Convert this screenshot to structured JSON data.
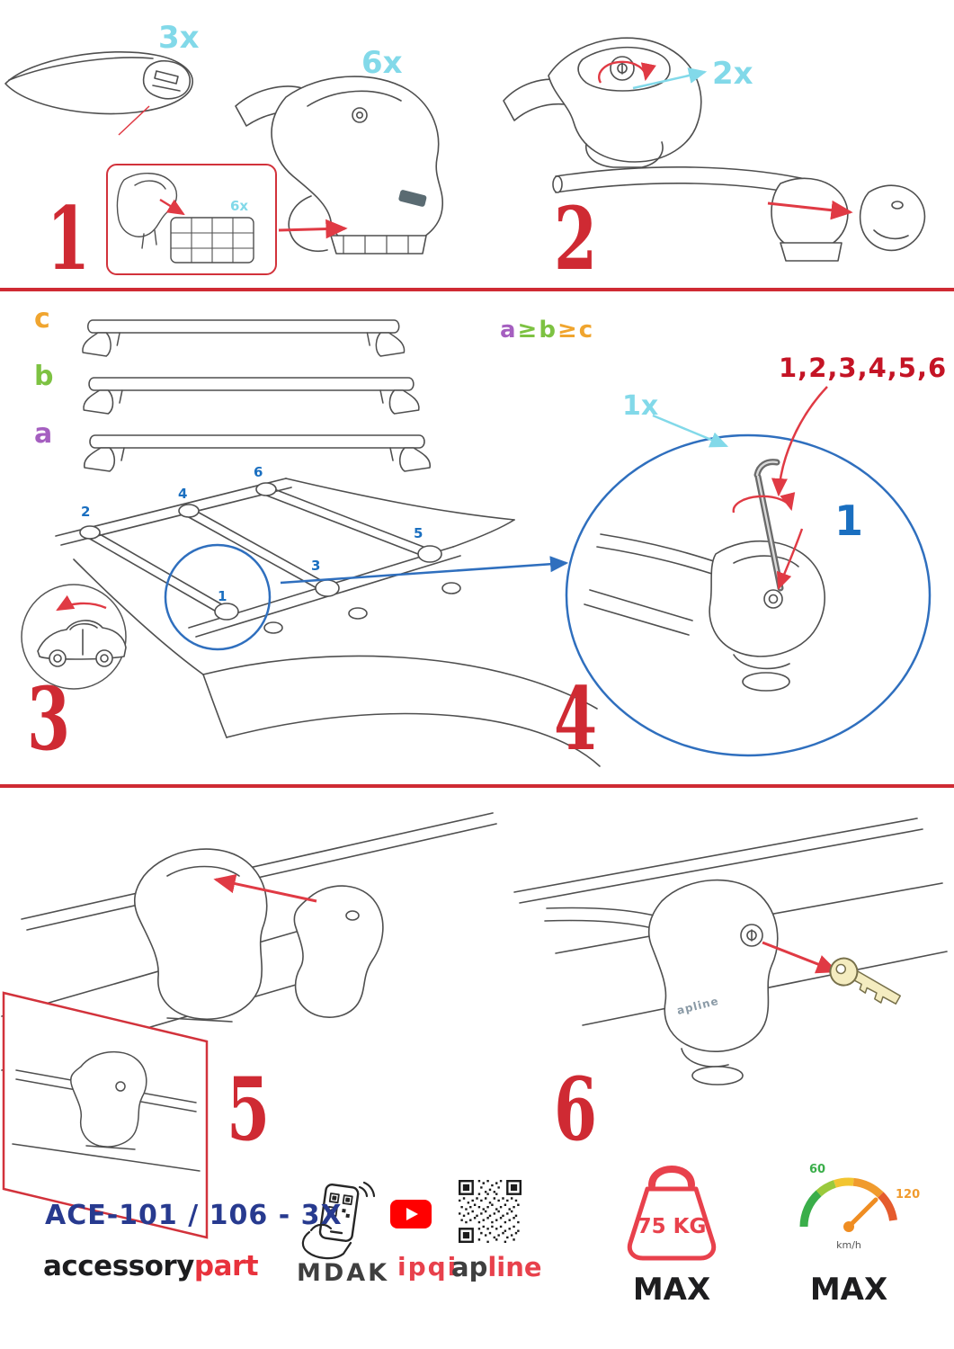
{
  "colors": {
    "accent_red": "#cf2a33",
    "cyan": "#82d9e9",
    "blue": "#1a6fc0",
    "sequence_red": "#c41425",
    "model_blue": "#273a8f",
    "label_a_purple": "#a55fc0",
    "label_b_green": "#7dc242",
    "label_c_orange": "#f0a52f"
  },
  "steps": {
    "s1": {
      "num": "1",
      "qty_bar": "3x",
      "qty_foot": "6x",
      "qty_pad": "6x"
    },
    "s2": {
      "num": "2",
      "qty_lock": "2x"
    },
    "s3": {
      "num": "3",
      "label_a": "a",
      "label_b": "b",
      "label_c": "c",
      "rule": {
        "a": "a",
        "ge1": "≥",
        "b": "b",
        "ge2": "≥",
        "c": "c"
      },
      "pos1": "1",
      "pos2": "2",
      "pos3": "3",
      "pos4": "4",
      "pos5": "5",
      "pos6": "6"
    },
    "s4": {
      "num": "4",
      "qty_key": "1x",
      "sequence": "1,2,3,4,5,6",
      "big_one": "1"
    },
    "s5": {
      "num": "5"
    },
    "s6": {
      "num": "6",
      "brand_small": "apline"
    }
  },
  "footer": {
    "model": "ACE-101 / 106 - 3X",
    "brand1": "accessory",
    "brand2": "part",
    "logo_mdak": "MDAK",
    "logo_ipqi": "ipqi",
    "logo_apline_1": "ap",
    "logo_apline_2": "line",
    "weight_value": "75 KG",
    "weight_max": "MAX",
    "speed_60": "60",
    "speed_120": "120",
    "speed_unit": "km/h",
    "speed_max": "MAX"
  },
  "icons": {
    "phone_qr": "hand holding phone scanning QR",
    "youtube": "red rounded rectangle with white play triangle",
    "qr_code": "QR code",
    "weight": "red kettlebell weight outline",
    "speedometer": "colored gauge arc with needle"
  }
}
